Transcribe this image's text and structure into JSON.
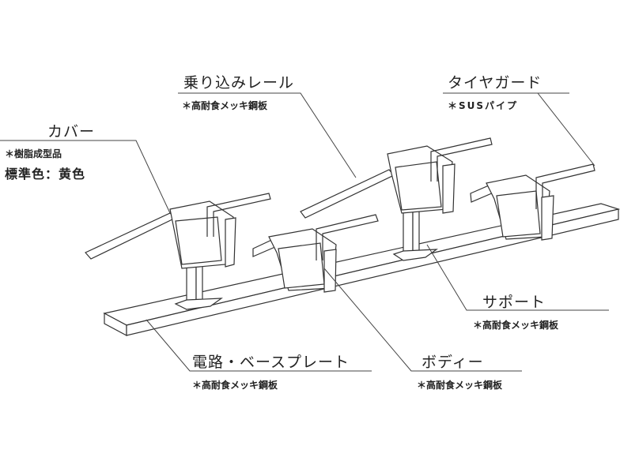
{
  "labels": {
    "rail": {
      "name": "乗り込みレール",
      "spec": "＊高耐食メッキ鋼板"
    },
    "tire_guard": {
      "name": "タイヤガード",
      "spec": "＊SUSパイプ"
    },
    "cover": {
      "name": "カバー",
      "spec": "＊樹脂成型品",
      "color": "標準色：黄色"
    },
    "support": {
      "name": "サポート",
      "spec": "＊高耐食メッキ鋼板"
    },
    "base_plate": {
      "name": "電路・ベースプレート",
      "spec": "＊高耐食メッキ鋼板"
    },
    "body": {
      "name": "ボディー",
      "spec": "＊高耐食メッキ鋼板"
    }
  }
}
